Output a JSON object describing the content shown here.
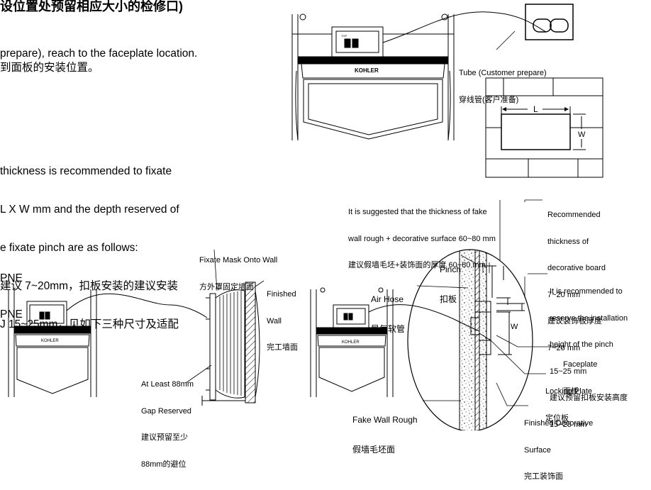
{
  "heading_cut": "设位置处预留相应大小的检修口)",
  "intro": {
    "en": "prepare), reach to the faceplate location.",
    "zh": "到面板的安装位置。"
  },
  "thickness_note": [
    "thickness is recommended to fixate",
    "L X W mm and the depth reserved of",
    "e fixate pinch are as follows:",
    "建议 7~20mm，扣板安装的建议安装",
    "J 15~25mm，见如下三种尺寸及适配"
  ],
  "models": [
    "PNE",
    "PNE"
  ],
  "tube_label": [
    "Tube (Customer prepare)",
    "穿线管(客户准备)"
  ],
  "dim_L": "L",
  "dim_W": "W",
  "brand": "KOHLER",
  "top_mark": "TOP",
  "fixate_mask": [
    "Fixate Mask Onto Wall",
    "方外罩固定墙面"
  ],
  "finished_wall": [
    "Finished",
    "Wall",
    "完工墙面"
  ],
  "gap": [
    "At Least 88mm",
    "Gap Reserved",
    "建议预留至少",
    "88mm的避位"
  ],
  "suggest_fake_wall": [
    "It is suggested that the thickness of fake",
    "wall rough + decorative surface 60~80 mm",
    "建议假墙毛坯+装饰面的厚度 60~80 mm"
  ],
  "recommended_board": [
    "Recommended",
    "thickness of",
    "decorative board",
    "7~20 mm",
    "建议装饰板厚度",
    "7~20 mm"
  ],
  "pinch": [
    "Pinch",
    "扣板"
  ],
  "air_hose": [
    "Air Hose",
    "导气软管"
  ],
  "reserve_height": [
    "It is recommended to",
    "reserve the installation",
    "height of the pinch",
    "15~25 mm",
    "建议预留扣板安装高度",
    "15~25 mm"
  ],
  "faceplate": [
    "Faceplate",
    "面板"
  ],
  "locking_plate": [
    "Locking Plate",
    "定位板"
  ],
  "fake_wall_rough": [
    "Fake Wall Rough",
    "假墙毛坯面"
  ],
  "finished_decorative": [
    "Finished Decorative",
    "Surface",
    "完工装饰面"
  ]
}
